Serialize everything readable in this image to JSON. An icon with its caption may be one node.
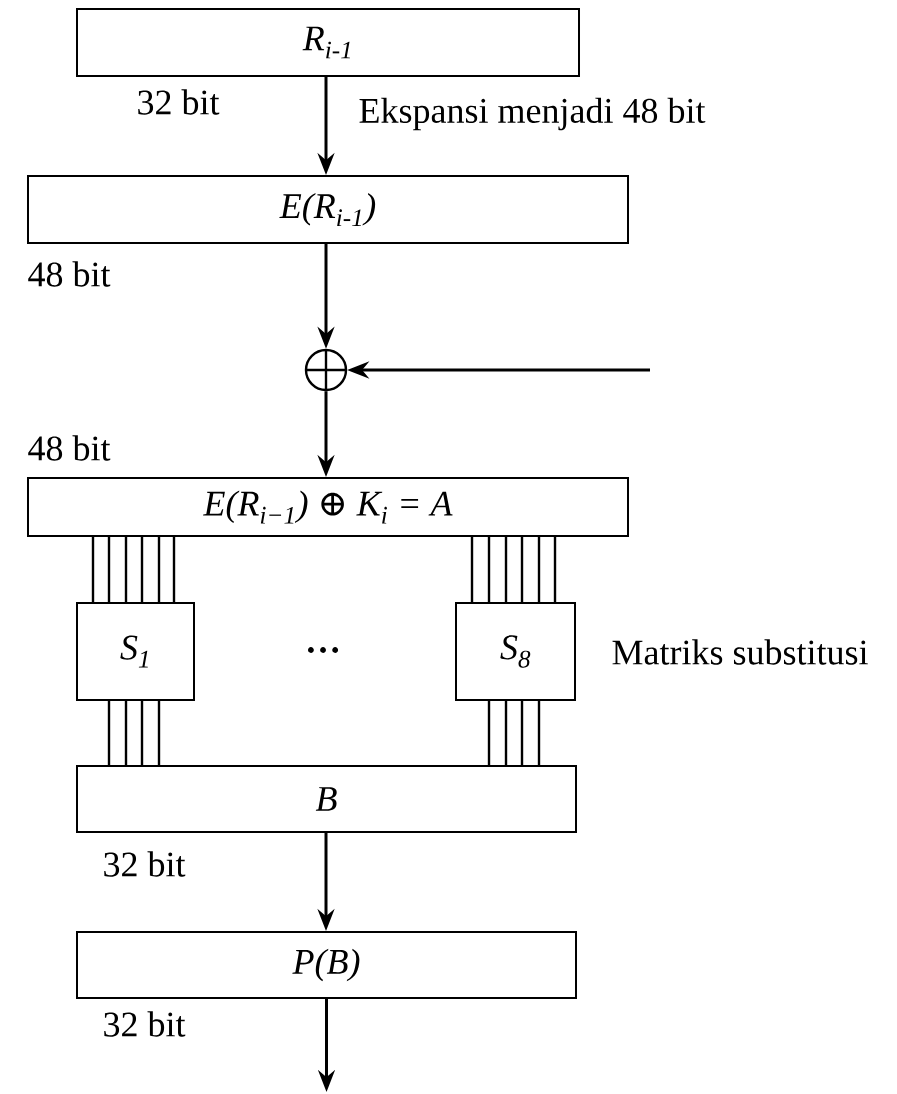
{
  "diagram": {
    "nodes": [
      {
        "text": [
          "R$_{i-1}$"
        ],
        "beside": [
          "32 bit"
        ]
      },
      {
        "text": [
          "E(R$_{i-1}$)"
        ],
        "beside": [
          "48 bit"
        ]
      },
      {
        "text": [],
        "shape": "circle"
      },
      {
        "text": [
          "E(R$_{i−1}$) ⊕ K$_{i}$ = A"
        ],
        "beside": [
          "48 bit"
        ]
      },
      {
        "text": [
          "S$_{1}$"
        ]
      },
      {
        "text": [
          "S$_{8}$"
        ]
      },
      {
        "text": [
          "B"
        ],
        "beside": [
          "32 bit"
        ]
      },
      {
        "text": [
          "P(B)"
        ],
        "beside": [
          "32 bit"
        ]
      }
    ],
    "edges": [
      {
        "from": 0,
        "to": 1,
        "arrow": "to",
        "label": "Ekspansi menjadi 48 bit"
      },
      {
        "from": 1,
        "to": 2,
        "arrow": "to"
      },
      {
        "from": null,
        "to": 2,
        "arrow": "to"
      },
      {
        "from": 2,
        "to": 3,
        "arrow": "to"
      },
      {
        "from": 3,
        "to": 4,
        "arrow": "none"
      },
      {
        "from": 3,
        "to": 4,
        "arrow": "none"
      },
      {
        "from": 3,
        "to": 4,
        "arrow": "none"
      },
      {
        "from": 3,
        "to": 4,
        "arrow": "none"
      },
      {
        "from": 3,
        "to": 4,
        "arrow": "none"
      },
      {
        "from": 3,
        "to": 4,
        "arrow": "none"
      },
      {
        "from": 3,
        "to": 5,
        "arrow": "none"
      },
      {
        "from": 3,
        "to": 5,
        "arrow": "none"
      },
      {
        "from": 3,
        "to": 5,
        "arrow": "none"
      },
      {
        "from": 3,
        "to": 5,
        "arrow": "none"
      },
      {
        "from": 3,
        "to": 5,
        "arrow": "none"
      },
      {
        "from": 3,
        "to": 5,
        "arrow": "none"
      },
      {
        "from": 4,
        "to": 6,
        "arrow": "none"
      },
      {
        "from": 4,
        "to": 6,
        "arrow": "none"
      },
      {
        "from": 4,
        "to": 6,
        "arrow": "none"
      },
      {
        "from": 4,
        "to": 6,
        "arrow": "none"
      },
      {
        "from": 5,
        "to": 6,
        "arrow": "none"
      },
      {
        "from": 5,
        "to": 6,
        "arrow": "none"
      },
      {
        "from": 5,
        "to": 6,
        "arrow": "none"
      },
      {
        "from": 5,
        "to": 6,
        "arrow": "none"
      },
      {
        "from": 6,
        "to": 7,
        "arrow": "to"
      },
      {
        "from": 7,
        "to": null,
        "arrow": "to"
      }
    ],
    "labels": [
      "…",
      "Matriks substitusi"
    ]
  }
}
